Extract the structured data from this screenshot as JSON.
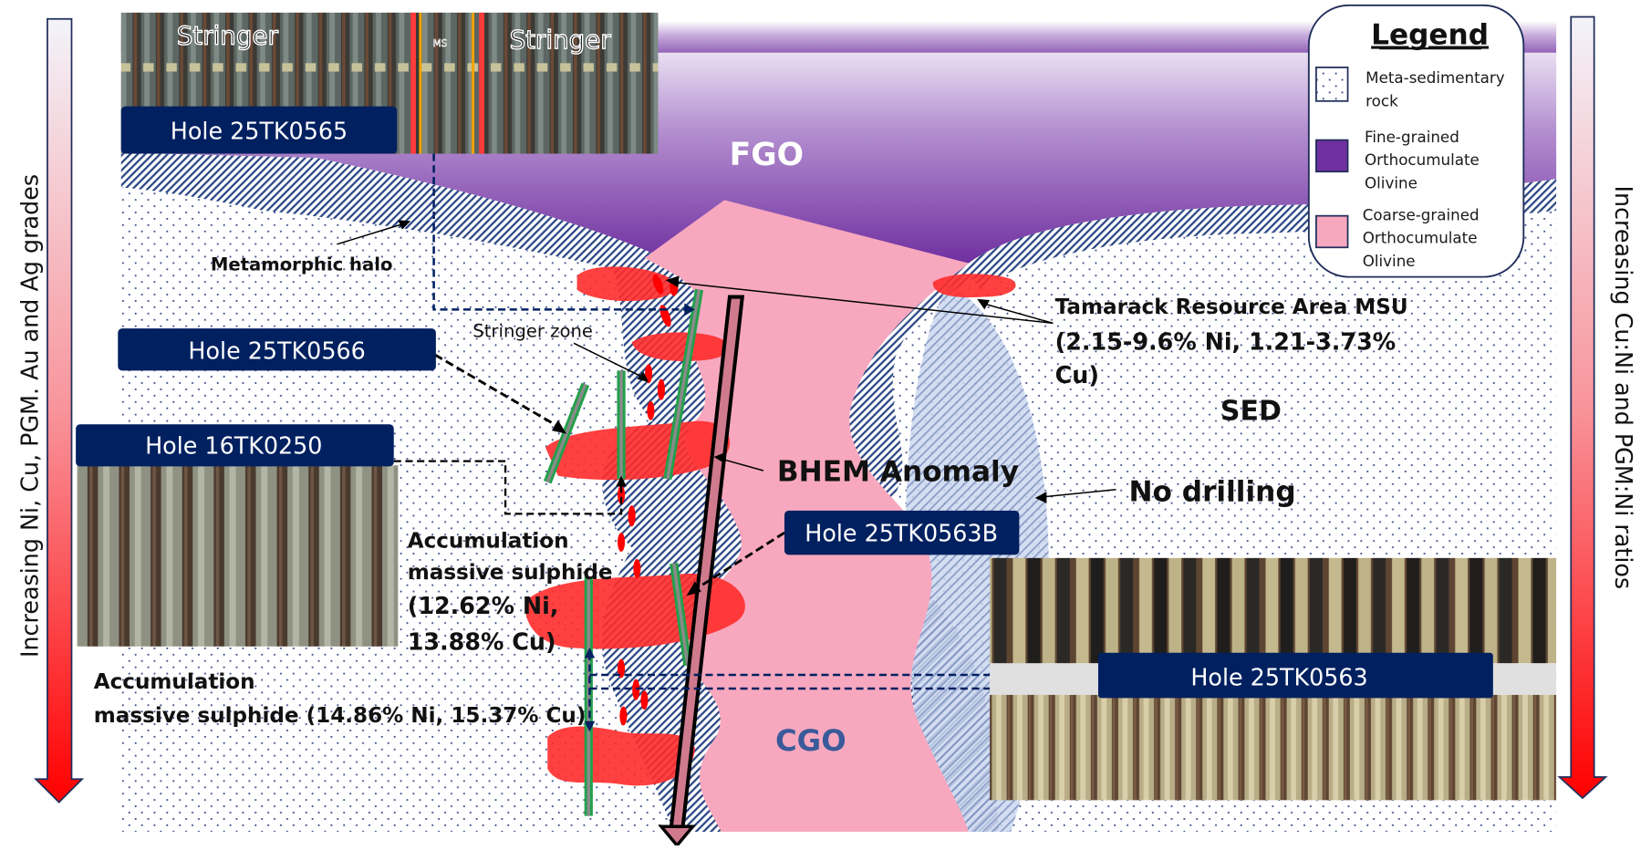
{
  "diagram": {
    "left_gradient_label": "Increasing Ni, Cu, PGM. Au and Ag grades",
    "right_gradient_label": "Increasing Cu:Ni and PGM:Ni ratios",
    "units": {
      "fgo": "FGO",
      "cgo": "CGO",
      "sed": "SED"
    },
    "annotations": {
      "metamorphic_halo": "Metamorphic halo",
      "stringer_zone": "Stringer zone",
      "bhem_anomaly": "BHEM Anomaly",
      "no_drilling": "No drilling",
      "tamarack_line1": "Tamarack Resource Area MSU",
      "tamarack_line2": "(2.15-9.6% Ni, 1.21-3.73%",
      "tamarack_line3": "Cu)",
      "accum1_line1": "Accumulation",
      "accum1_line2": "massive sulphide",
      "accum1_line3": "(12.62% Ni,",
      "accum1_line4": "13.88% Cu)",
      "accum2_line1": "Accumulation",
      "accum2_line2": "massive sulphide (14.86% Ni, 15.37% Cu)"
    },
    "holes": [
      {
        "id": "hole-25tk0565",
        "label": "Hole 25TK0565"
      },
      {
        "id": "hole-25tk0566",
        "label": "Hole 25TK0566"
      },
      {
        "id": "hole-16tk0250",
        "label": "Hole 16TK0250"
      },
      {
        "id": "hole-25tk0563b",
        "label": "Hole 25TK0563B"
      },
      {
        "id": "hole-25tk0563",
        "label": "Hole 25TK0563"
      }
    ],
    "core_photo_labels": {
      "stringer_left": "Stringer",
      "ms": "MS",
      "stringer_right": "Stringer"
    },
    "legend": {
      "title": "Legend",
      "items": [
        {
          "line1": "Meta-sedimentary",
          "line2": "rock",
          "line3": "",
          "swatch": "dots"
        },
        {
          "line1": "Fine-grained",
          "line2": "Orthocumulate",
          "line3": "Olivine",
          "swatch": "#7030a0"
        },
        {
          "line1": "Coarse-grained",
          "line2": "Orthocumulate",
          "line3": "Olivine",
          "swatch": "#f7a8bf"
        }
      ]
    },
    "colors": {
      "fgo": "#7030a0",
      "cgo": "#f7a8bf",
      "sulphide": "#ff2b2b",
      "hole_badge": "#002060",
      "drill": "#22a04b",
      "halo_blue": "#cdd8f0"
    }
  }
}
